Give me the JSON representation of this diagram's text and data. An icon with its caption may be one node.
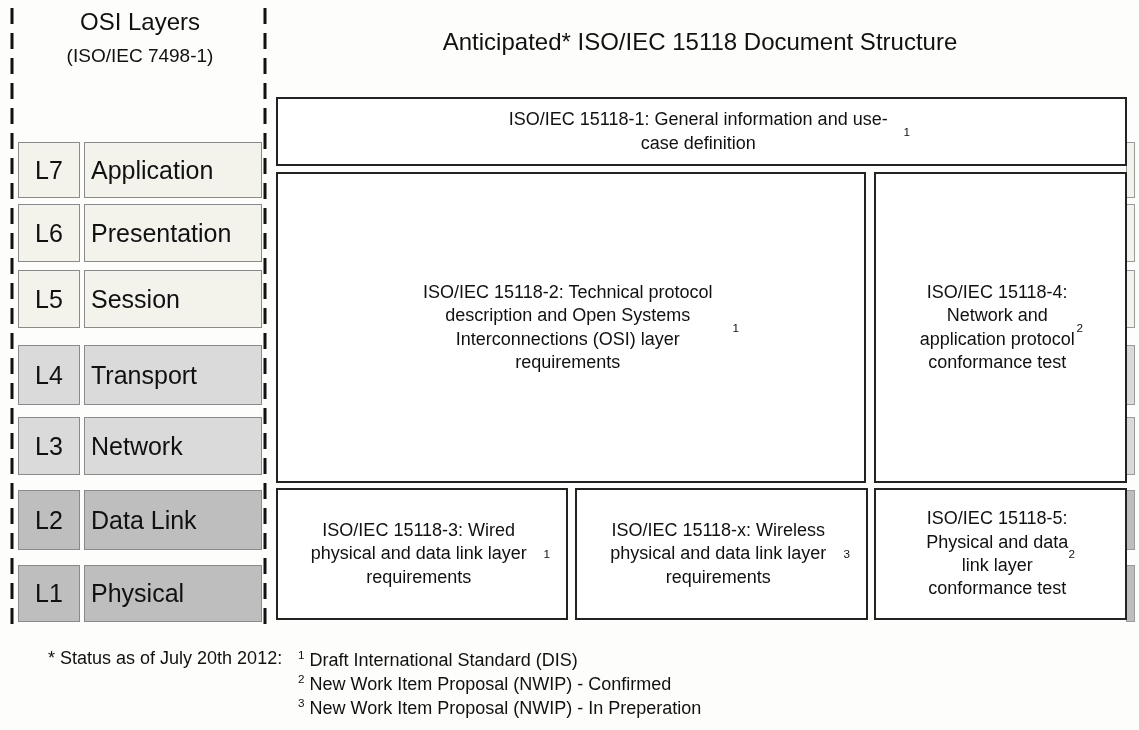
{
  "diagram": {
    "title": "Anticipated* ISO/IEC 15118 Document Structure",
    "nodes": [
      {
        "text": [
          "L7",
          "Application"
        ]
      },
      {
        "text": [
          "L6",
          "Presentation"
        ]
      },
      {
        "text": [
          "L5",
          "Session"
        ]
      },
      {
        "text": [
          "L4",
          "Transport"
        ]
      },
      {
        "text": [
          "L3",
          "Network"
        ]
      },
      {
        "text": [
          "L2",
          "Data Link"
        ]
      },
      {
        "text": [
          "L1",
          "Physical"
        ]
      },
      {
        "text": [
          "ISO/IEC 15118-1: General information and use-case definition $^{1}$"
        ]
      },
      {
        "text": [
          "ISO/IEC 15118-2: Technical protocol description and Open Systems Interconnections (OSI) layer requirements $^{1}$"
        ]
      },
      {
        "text": [
          "ISO/IEC 15118-4: Network and application protocol conformance test $^{2}$"
        ]
      },
      {
        "text": [
          "ISO/IEC 15118-3: Wired physical and data link layer requirements $^{1}$"
        ]
      },
      {
        "text": [
          "ISO/IEC 15118-x: Wireless physical and data link layer requirements $^{3}$"
        ]
      },
      {
        "text": [
          "ISO/IEC 15118-5: Physical and data link layer conformance test $^{2}$"
        ]
      }
    ],
    "labels": [
      "OSI Layers",
      "(ISO/IEC 7498-1)",
      "* Status as of July 20th 2012:",
      "$^{1}$ Draft International Standard (DIS)",
      "$^{2}$ New Work Item Proposal (NWIP) - Confirmed",
      "$^{3}$ New Work Item Proposal (NWIP) - In Preperation"
    ]
  }
}
